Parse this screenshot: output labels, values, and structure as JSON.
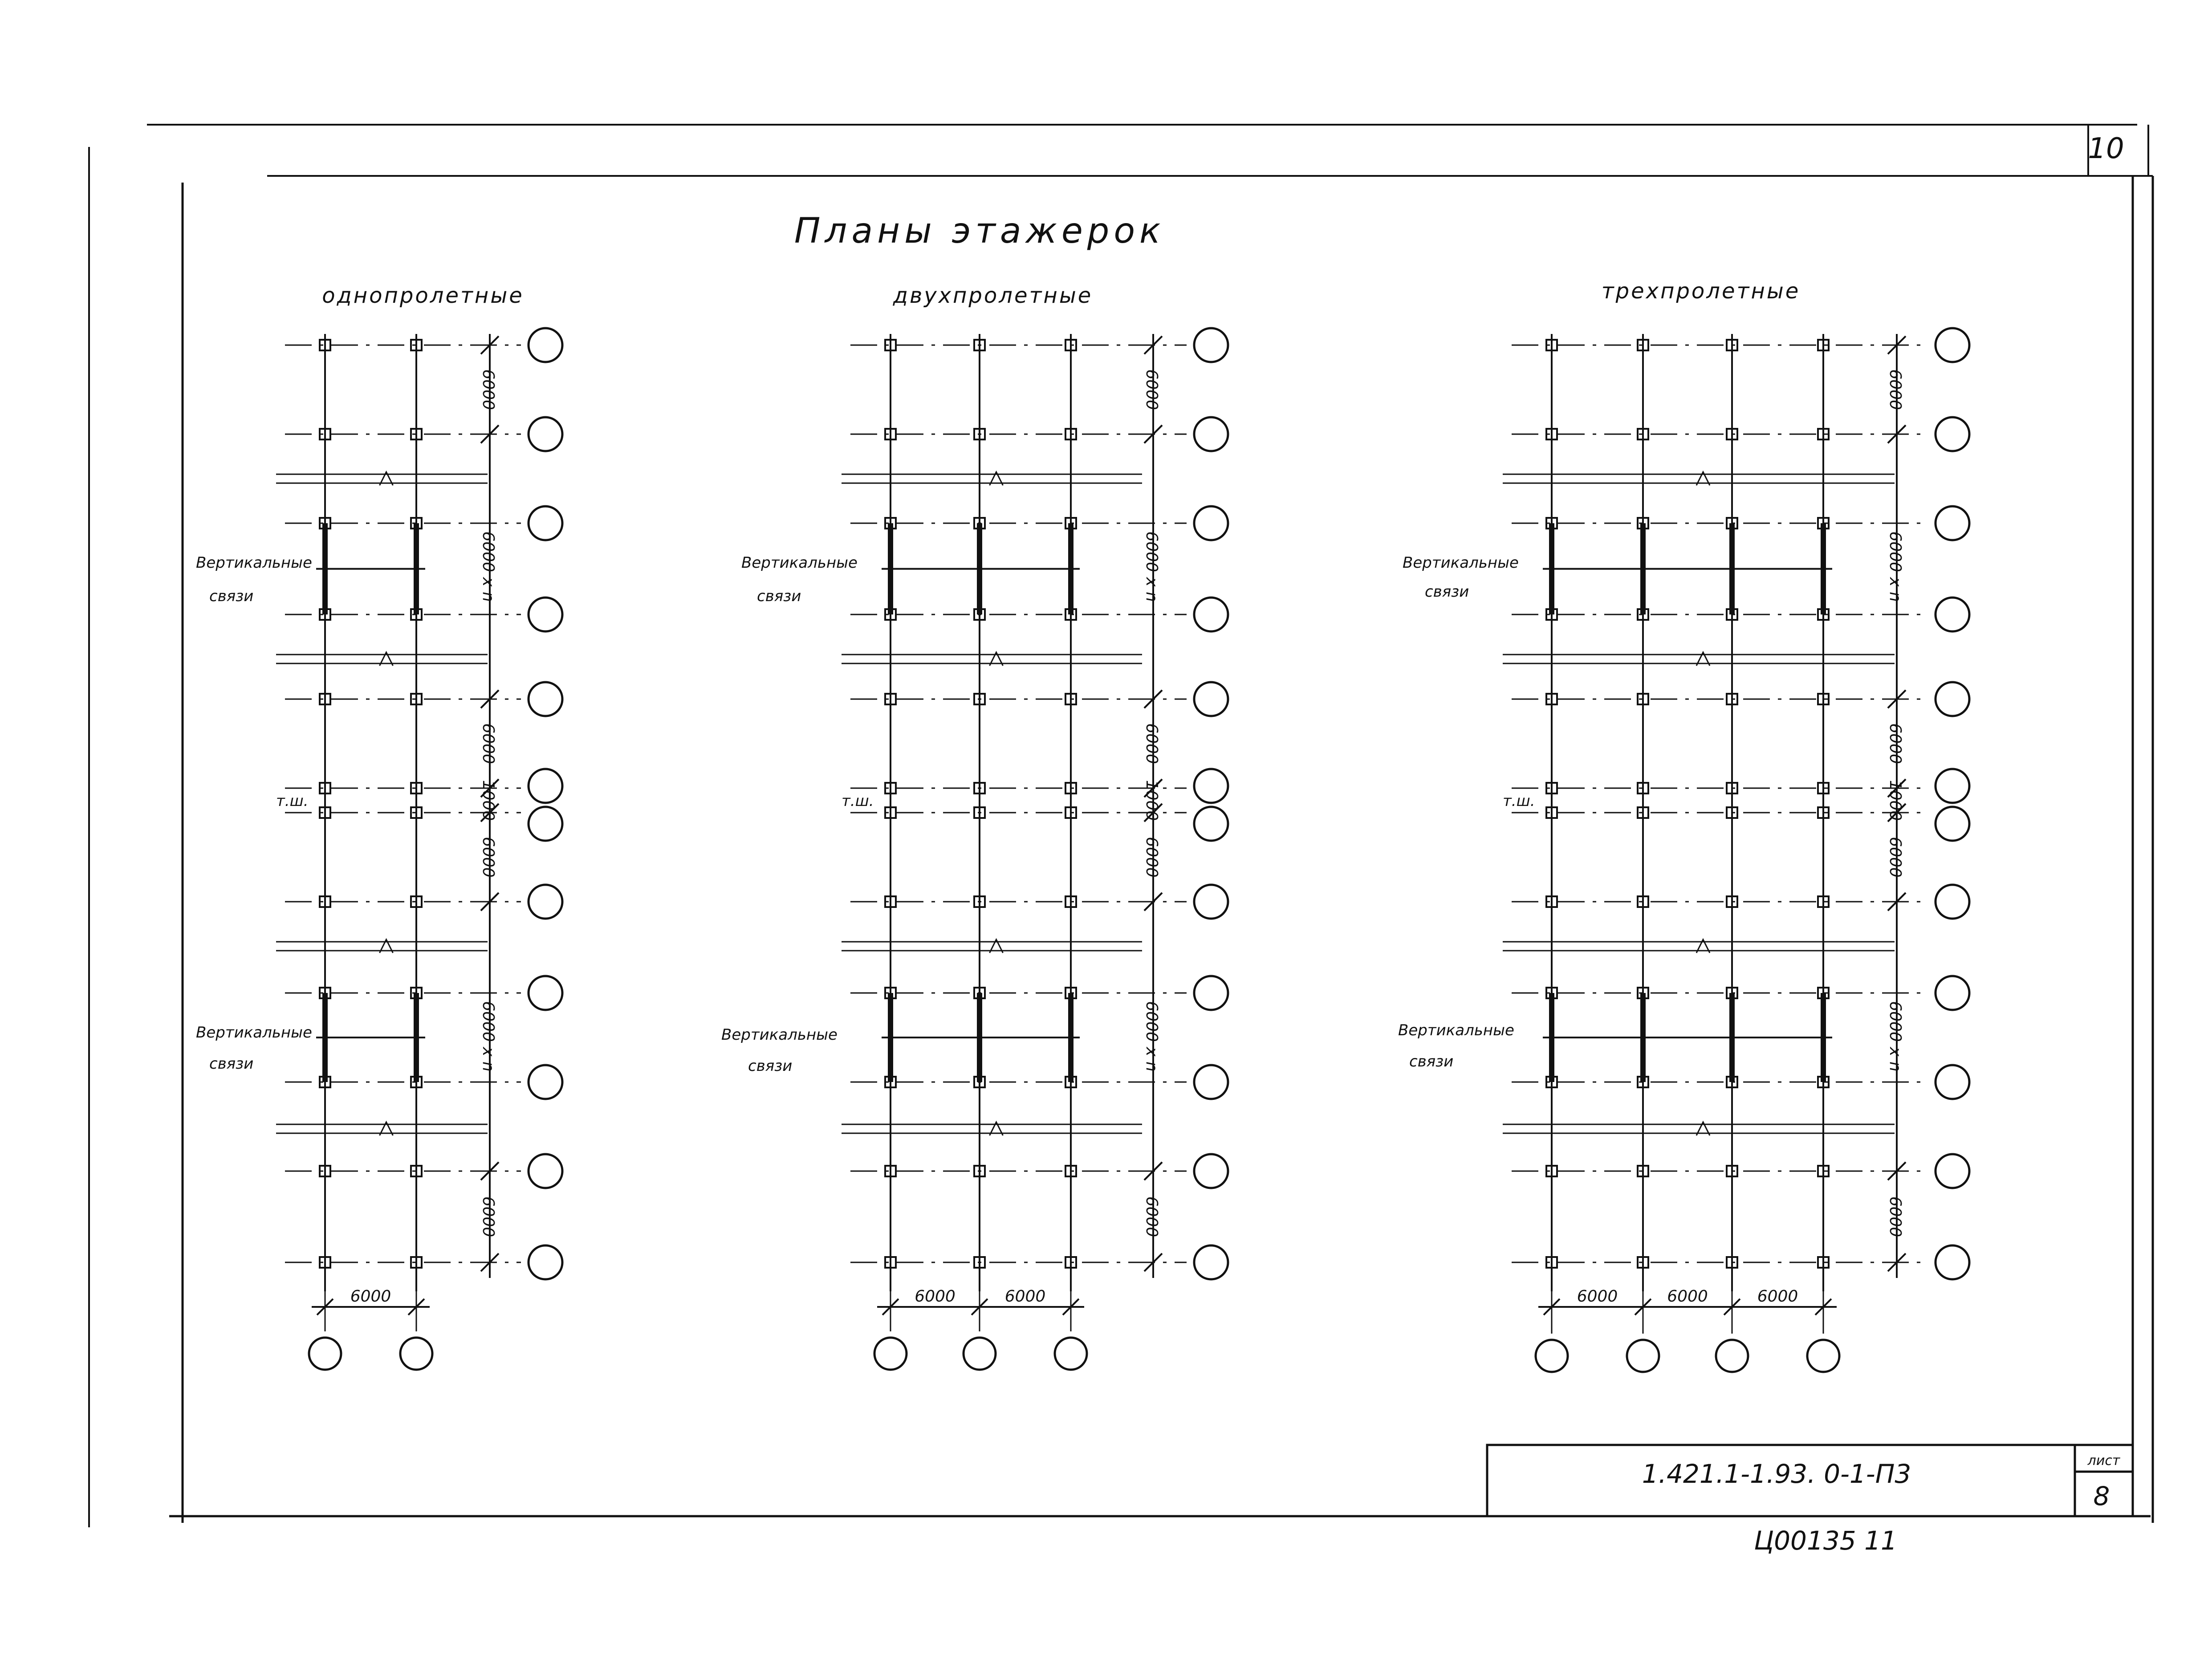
{
  "page_number": "10",
  "title": "Планы этажерок",
  "sheet_designation": "1.421.1-1.93. 0-1-П3",
  "sheet_label": "лист",
  "sheet_number": "8",
  "archive_code": "Ц00135 11",
  "plans": [
    {
      "subtitle": "однопролетные",
      "bays": 1,
      "vertical_dims": [
        "6000",
        "6000 x n",
        "6000",
        "1000",
        "6000",
        "6000 x n",
        "6000"
      ],
      "horizontal_dims": [
        "6000"
      ],
      "bracing_label": [
        "Вертикальные",
        "связи"
      ],
      "joint_label": "т.ш."
    },
    {
      "subtitle": "двухпролетные",
      "bays": 2,
      "vertical_dims": [
        "6000",
        "6000 x n",
        "6000",
        "1000",
        "6000",
        "6000 x n",
        "6000"
      ],
      "horizontal_dims": [
        "6000",
        "6000"
      ],
      "bracing_label": [
        "Вертикальные",
        "связи"
      ],
      "joint_label": "т.ш."
    },
    {
      "subtitle": "трехпролетные",
      "bays": 3,
      "vertical_dims": [
        "6000",
        "6000 x n",
        "6000",
        "1000",
        "6000",
        "6000 x n",
        "6000"
      ],
      "horizontal_dims": [
        "6000",
        "6000",
        "6000"
      ],
      "bracing_label": [
        "Вертикальные",
        "связи"
      ],
      "joint_label": "т.ш."
    }
  ]
}
